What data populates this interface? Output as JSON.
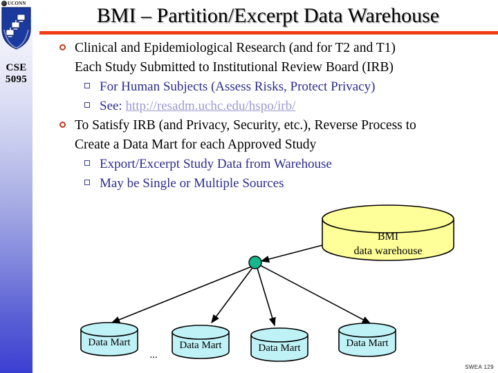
{
  "slide": {
    "title": "BMI – Partition/Excerpt Data Warehouse",
    "footer": "SWEA 129",
    "accent_rule_color": "#f03c14",
    "bullet_color": "#c0391a",
    "sub_bullet_text_color": "#2c2c8c",
    "link_color": "#9b9bd0"
  },
  "sidebar": {
    "brand": "UCONN",
    "course_code": "CSE",
    "course_number": "5095",
    "logo_name": "uconn-shield-logo"
  },
  "content": {
    "bullets": [
      {
        "lines": [
          "Clinical and Epidemiological Research (and for T2 and T1)",
          "Each Study Submitted to Institutional Review Board (IRB)"
        ],
        "sub": [
          {
            "text": "For Human Subjects (Assess Risks, Protect Privacy)",
            "link": ""
          },
          {
            "text": "See: ",
            "link": "http://resadm.uchc.edu/hspo/irb/"
          }
        ]
      },
      {
        "lines": [
          "To Satisfy IRB (and Privacy, Security, etc.), Reverse Process to",
          "Create a Data Mart for each Approved Study"
        ],
        "sub": [
          {
            "text": "Export/Excerpt Study Data from Warehouse",
            "link": ""
          },
          {
            "text": "May be Single or Multiple Sources",
            "link": ""
          }
        ]
      }
    ]
  },
  "diagram": {
    "warehouse": {
      "label_line1": "BMI",
      "label_line2": "data warehouse",
      "fill": "#ffff99",
      "stroke": "#000000"
    },
    "junction": {
      "name": "fan-out-node",
      "fill": "#19b68c",
      "stroke": "#000000"
    },
    "ellipsis": "...",
    "marts": [
      {
        "label": "Data Mart",
        "fill": "#bff2f7"
      },
      {
        "label": "Data Mart",
        "fill": "#bff2f7"
      },
      {
        "label": "Data Mart",
        "fill": "#bff2f7"
      },
      {
        "label": "Data Mart",
        "fill": "#bff2f7"
      }
    ]
  }
}
